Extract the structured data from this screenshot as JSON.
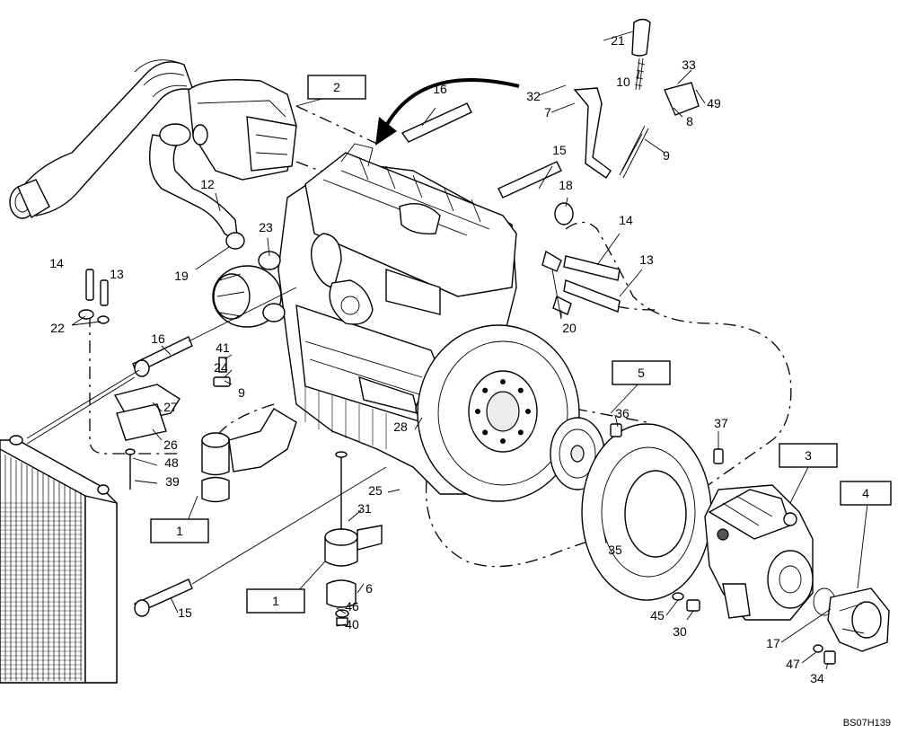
{
  "reference_code": "BS07H139",
  "boxes": [
    "2",
    "1",
    "1",
    "5",
    "3",
    "4"
  ],
  "callouts": [
    "21",
    "10",
    "33",
    "32",
    "7",
    "49",
    "8",
    "16",
    "9",
    "15",
    "18",
    "12",
    "23",
    "19",
    "14",
    "13",
    "14",
    "13",
    "22",
    "20",
    "16",
    "41",
    "24",
    "9",
    "27",
    "26",
    "48",
    "39",
    "28",
    "25",
    "31",
    "36",
    "37",
    "6",
    "46",
    "40",
    "15",
    "35",
    "45",
    "30",
    "17",
    "47",
    "34"
  ]
}
